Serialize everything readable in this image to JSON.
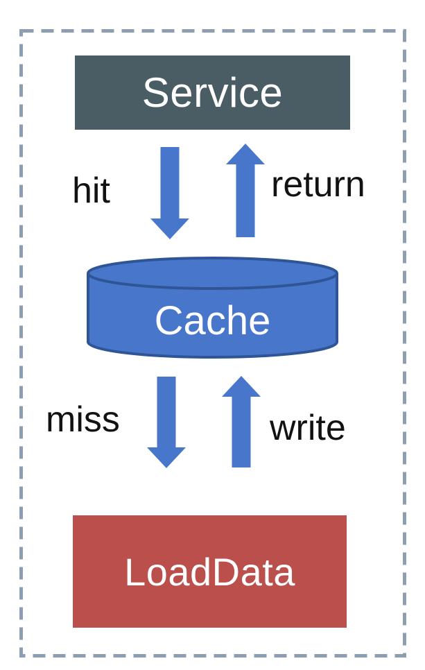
{
  "diagram": {
    "type": "flow-diagram",
    "frame": {
      "color": "#8D9DB2"
    },
    "arrow_color": "#4876CB",
    "nodes": {
      "service": {
        "label": "Service",
        "shape": "rectangle",
        "fill": "#4B5D64",
        "text_color": "#FFFFFF"
      },
      "cache": {
        "label": "Cache",
        "shape": "cylinder",
        "fill": "#4876CB",
        "stroke": "#2F5597",
        "text_color": "#FFFFFF"
      },
      "loaddata": {
        "label": "LoadData",
        "shape": "rectangle",
        "fill": "#BB4F4B",
        "text_color": "#FFFFFF"
      }
    },
    "edges": [
      {
        "label": "hit",
        "direction": "down",
        "from": "Service",
        "to": "Cache"
      },
      {
        "label": "return",
        "direction": "up",
        "from": "Cache",
        "to": "Service"
      },
      {
        "label": "miss",
        "direction": "down",
        "from": "Cache",
        "to": "LoadData"
      },
      {
        "label": "write",
        "direction": "up",
        "from": "LoadData",
        "to": "Cache"
      }
    ]
  }
}
